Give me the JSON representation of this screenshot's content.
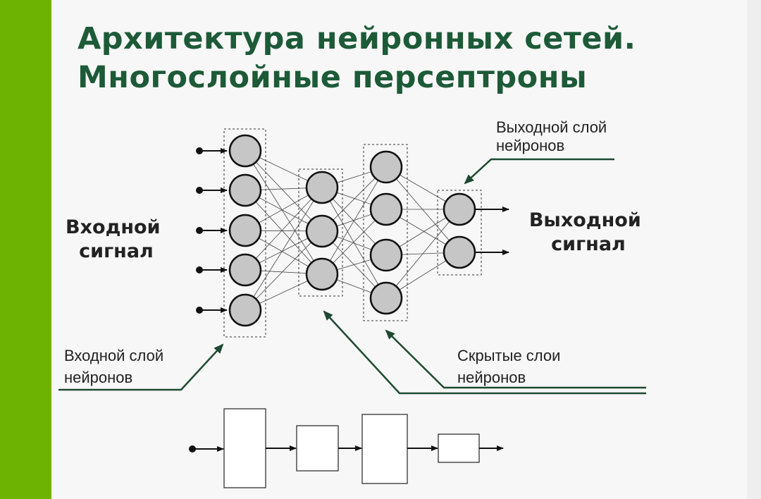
{
  "slide": {
    "title_line1": "Архитектура нейронных сетей.",
    "title_line2": "Многослойные персептроны",
    "accent_color": "#6db302",
    "title_color": "#1d5a38"
  },
  "diagram": {
    "input_signal": [
      "Входной",
      "сигнал"
    ],
    "output_signal": [
      "Выходной",
      "сигнал"
    ],
    "input_layer_label": [
      "Входной слой",
      "нейронов"
    ],
    "hidden_layers_label": [
      "Скрытые слои",
      "нейронов"
    ],
    "output_layer_label": [
      "Выходной слой",
      "нейронов"
    ],
    "layers": [
      5,
      3,
      4,
      2
    ]
  }
}
